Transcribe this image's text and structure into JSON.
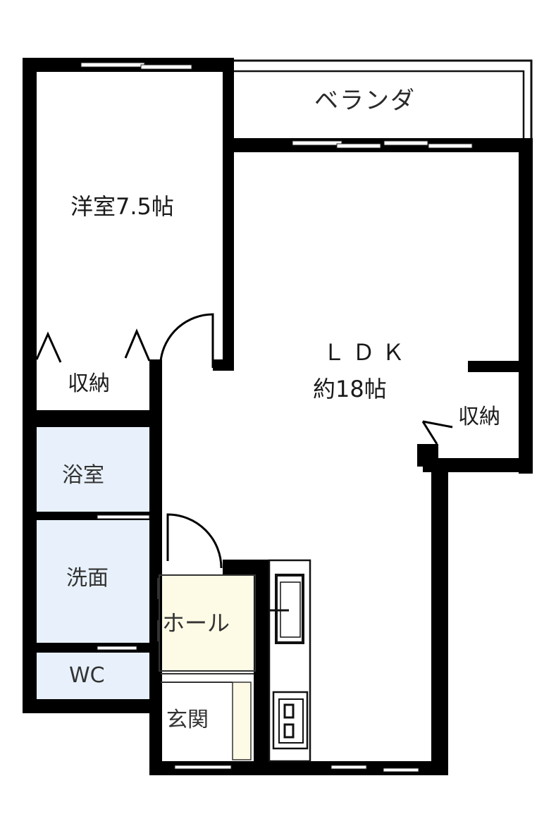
{
  "floor_plan": {
    "rooms": {
      "veranda": {
        "label": "ベランダ"
      },
      "western_room": {
        "label": "洋室7.5帖"
      },
      "ldk": {
        "label_line1": "ＬＤＫ",
        "label_line2": "約18帖"
      },
      "storage_west": {
        "label": "収納"
      },
      "storage_ldk": {
        "label": "収納"
      },
      "bathroom": {
        "label": "浴室"
      },
      "washroom": {
        "label": "洗面"
      },
      "toilet": {
        "label": "WC"
      },
      "hall": {
        "label": "ホール"
      },
      "entrance": {
        "label": "玄関"
      }
    },
    "colors": {
      "wall": "#000000",
      "wet_area_fill": "#e8f1fb",
      "hall_fill": "#fdfbe6",
      "entrance_step_fill": "#fdfbe6",
      "floor": "#ffffff"
    }
  }
}
